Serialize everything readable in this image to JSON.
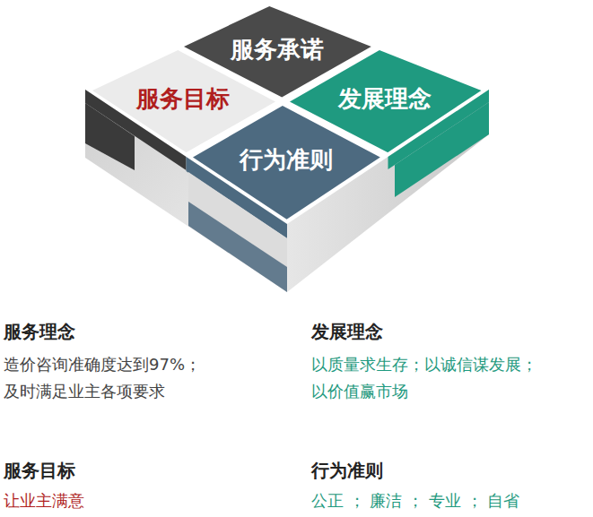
{
  "diagram": {
    "nodes": [
      {
        "text": [
          "服务承诺"
        ]
      },
      {
        "text": [
          "服务目标"
        ]
      },
      {
        "text": [
          "发展理念"
        ]
      },
      {
        "text": [
          "行为准则"
        ]
      }
    ],
    "labels": [
      "服务理念",
      "造价咨询准确度达到97%； 及时满足业主各项要求",
      "发展理念",
      "以质量求生存；以诚信谋发展； 以价值赢市场",
      "服务目标",
      "让业主满意",
      "行为准则",
      "公正 ； 廉洁 ； 专业 ； 自省"
    ]
  }
}
